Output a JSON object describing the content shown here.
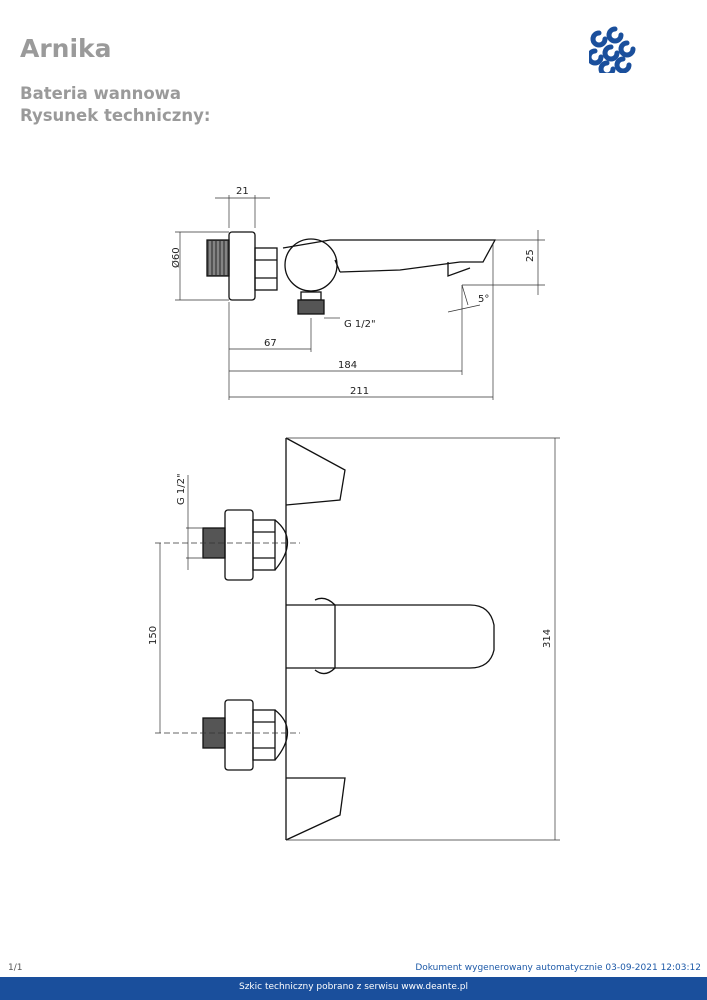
{
  "header": {
    "title": "Arnika",
    "subtitle_line1": "Bateria wannowa",
    "subtitle_line2": "Rysunek techniczny:",
    "brand_color": "#1a4f9c"
  },
  "drawing_top": {
    "dim_width_21": "21",
    "dim_diameter": "Ø60",
    "dim_height_25": "25",
    "dim_angle": "5°",
    "dim_thread": "G 1/2\"",
    "dim_67": "67",
    "dim_184": "184",
    "dim_211": "211"
  },
  "drawing_bottom": {
    "dim_thread": "G 1/2\"",
    "dim_150": "150",
    "dim_314": "314"
  },
  "footer": {
    "page_number": "1/1",
    "generated_info": "Dokument wygenerowany automatycznie 03-09-2021 12:03:12",
    "source_text": "Szkic techniczny pobrano z serwisu www.deante.pl"
  }
}
